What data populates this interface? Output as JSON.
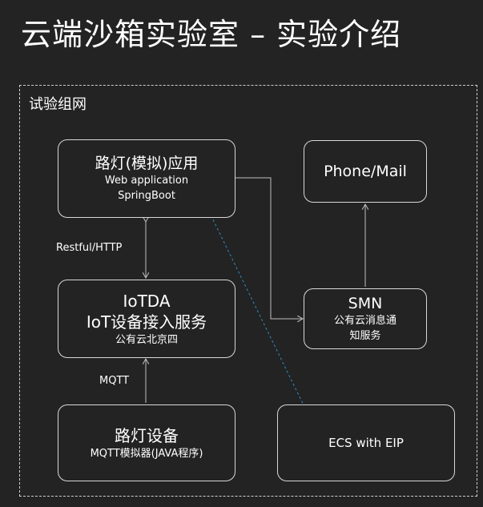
{
  "title": "云端沙箱实验室 – 实验介绍",
  "frame_label": "试验组网",
  "nodes": {
    "app": {
      "title": "路灯(模拟)应用",
      "line2": "Web application",
      "line3": "SpringBoot"
    },
    "phone": {
      "title": "Phone/Mail"
    },
    "iotda": {
      "title": "IoTDA",
      "line2": "IoT设备接入服务",
      "line3": "公有云北京四"
    },
    "smn": {
      "title": "SMN",
      "line2": "公有云消息通",
      "line3": "知服务"
    },
    "device": {
      "title": "路灯设备",
      "line2": "MQTT模拟器(JAVA程序)"
    },
    "ecs": {
      "title": "ECS with EIP"
    }
  },
  "edges": {
    "app_iotda": "Restful/HTTP",
    "device_iotda": "MQTT"
  },
  "colors": {
    "background": "#232323",
    "line": "#bfbfbf",
    "dashed_arrow": "#2e8bc0"
  }
}
